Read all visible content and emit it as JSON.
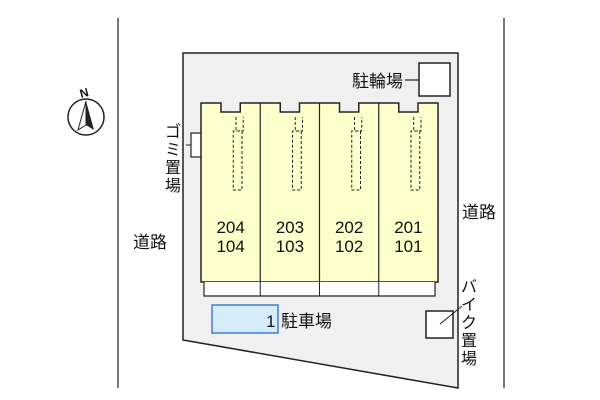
{
  "compass": {
    "label": "N"
  },
  "roads": {
    "left": "道路",
    "right": "道路"
  },
  "bicycle_parking": {
    "label": "駐輪場"
  },
  "garbage_area": {
    "label": "ゴミ置場",
    "chars": [
      "ゴ",
      "ミ",
      "置",
      "場"
    ]
  },
  "motorbike_parking": {
    "label": "バイク置場",
    "chars": [
      "バ",
      "イ",
      "ク",
      "置",
      "場"
    ]
  },
  "units": [
    {
      "upper": "204",
      "lower": "104"
    },
    {
      "upper": "203",
      "lower": "103"
    },
    {
      "upper": "202",
      "lower": "102"
    },
    {
      "upper": "201",
      "lower": "101"
    }
  ],
  "parking": {
    "number": "1",
    "label": "駐車場"
  },
  "colors": {
    "lot": "#f0f0f0",
    "building": "#ffffcc",
    "parking_space": "#d6ecfb",
    "parking_border": "#3f7fcf",
    "line": "#222222"
  }
}
